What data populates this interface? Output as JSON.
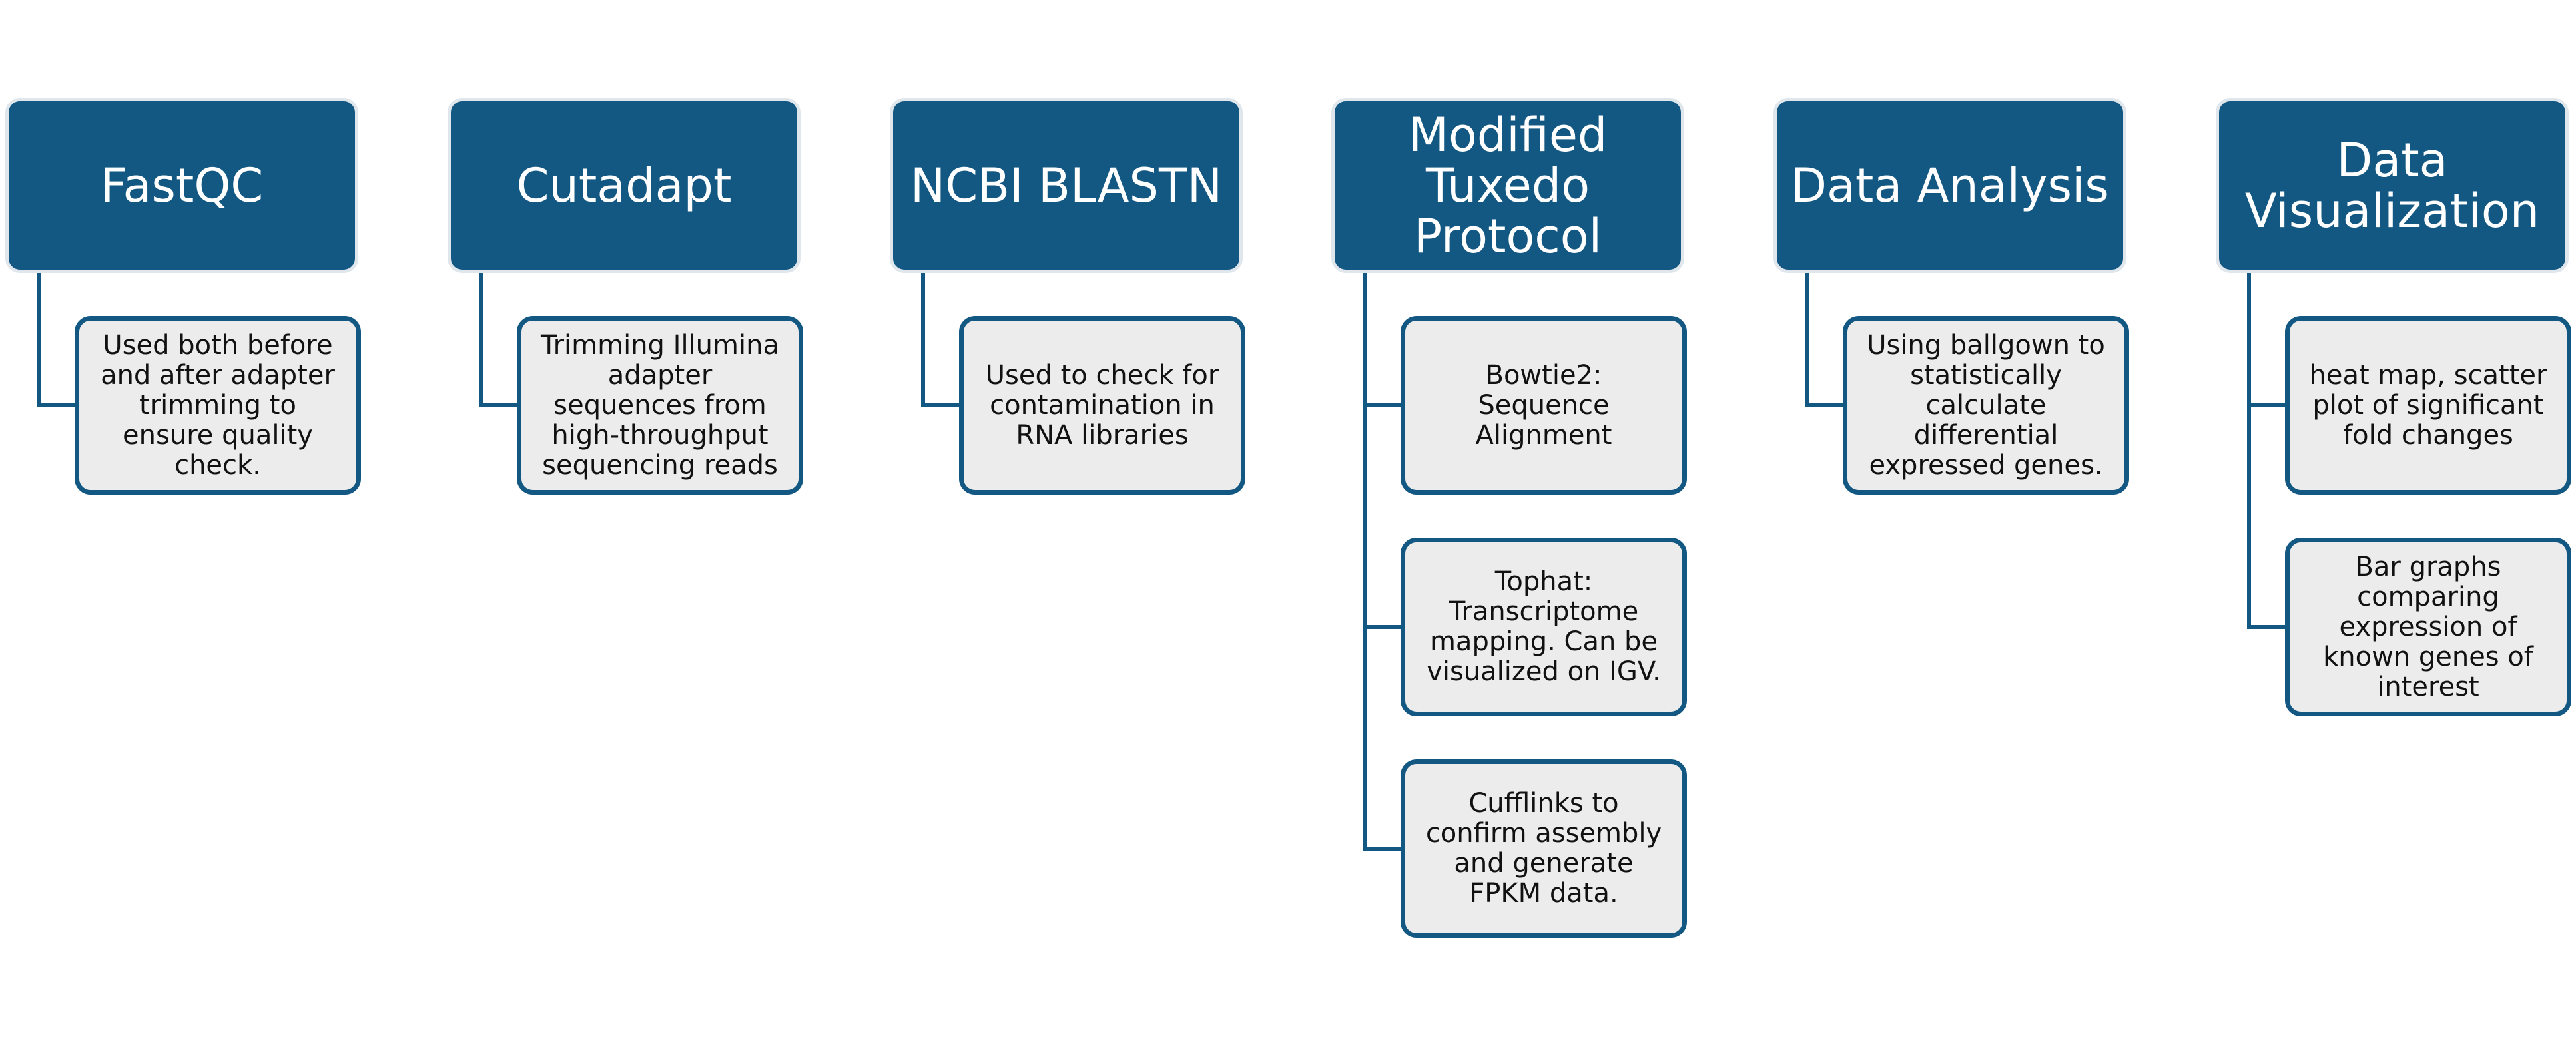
{
  "colors": {
    "header_fill": "#135882",
    "header_text": "#ffffff",
    "child_fill": "#ececec",
    "child_border": "#135882",
    "connector": "#135882"
  },
  "columns": [
    {
      "title": "FastQC",
      "children": [
        "Used both before and after adapter trimming to ensure quality check."
      ]
    },
    {
      "title": "Cutadapt",
      "children": [
        "Trimming Illumina adapter sequences from high-throughput sequencing reads"
      ]
    },
    {
      "title": "NCBI BLASTN",
      "children": [
        "Used to check for contamination in RNA libraries"
      ]
    },
    {
      "title": "Modified Tuxedo Protocol",
      "children": [
        "Bowtie2: Sequence Alignment",
        "Tophat: Transcriptome mapping. Can  be visualized on IGV.",
        "Cufflinks to confirm assembly and generate FPKM data."
      ]
    },
    {
      "title": "Data Analysis",
      "children": [
        "Using ballgown to statistically calculate differential expressed genes."
      ]
    },
    {
      "title": "Data Visualization",
      "children": [
        "heat map, scatter plot of significant fold changes",
        "Bar graphs comparing expression of known genes of interest"
      ]
    }
  ]
}
